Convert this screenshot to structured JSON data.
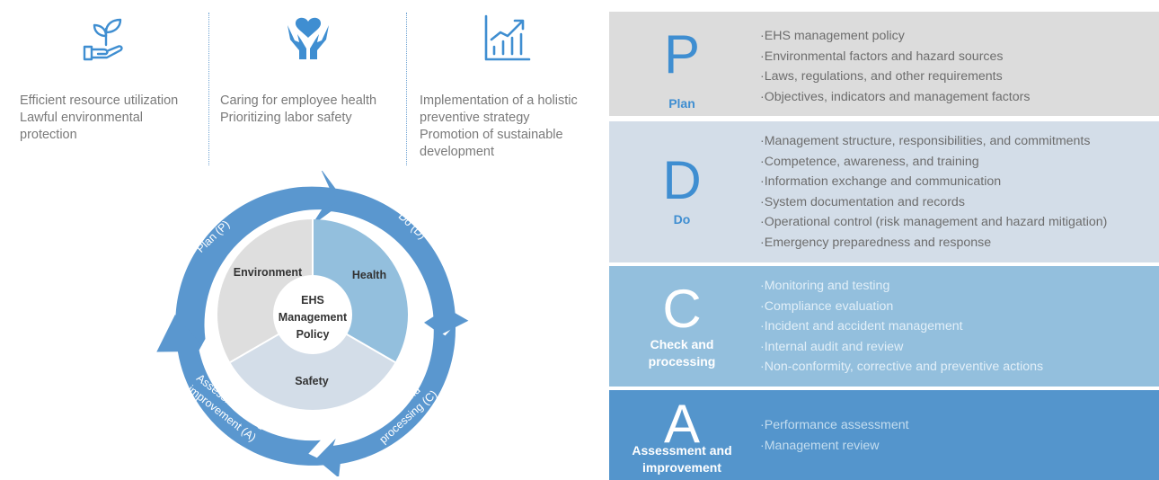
{
  "pillars": [
    {
      "icon": "hand-plant-icon",
      "lines": [
        "Efficient resource utilization",
        "Lawful environmental",
        "protection"
      ]
    },
    {
      "icon": "hands-heart-icon",
      "lines": [
        "Caring for employee health",
        "Prioritizing labor safety"
      ]
    },
    {
      "icon": "growth-chart-icon",
      "lines": [
        "Implementation of a holistic",
        "preventive strategy",
        "Promotion of sustainable",
        "development"
      ]
    }
  ],
  "cycle": {
    "center": [
      "EHS",
      "Management",
      "Policy"
    ],
    "segments": {
      "environment": "Environment",
      "health": "Health",
      "safety": "Safety"
    },
    "arrows": {
      "plan": "Plan (P)",
      "do": "Do (D)",
      "check": [
        "Check and",
        "processing (C)"
      ],
      "assess": [
        "Assessment and",
        "improvement (A)"
      ]
    }
  },
  "stages": [
    {
      "letter": "P",
      "name": [
        "Plan"
      ],
      "items": [
        "EHS management policy",
        "Environmental factors and hazard sources",
        "Laws, regulations, and other requirements",
        "Objectives, indicators and management factors"
      ]
    },
    {
      "letter": "D",
      "name": [
        "Do"
      ],
      "items": [
        "Management structure, responsibilities, and commitments",
        "Competence, awareness, and training",
        "Information exchange and communication",
        "System documentation and records",
        "Operational control (risk management and hazard mitigation)",
        "Emergency preparedness and response"
      ]
    },
    {
      "letter": "C",
      "name": [
        "Check and",
        "processing"
      ],
      "items": [
        "Monitoring and testing",
        "Compliance evaluation",
        "Incident and accident management",
        "Internal audit and review",
        "Non-conformity, corrective and preventive actions"
      ]
    },
    {
      "letter": "A",
      "name": [
        "Assessment and",
        "improvement"
      ],
      "items": [
        "Performance assessment",
        "Management review"
      ]
    }
  ],
  "colors": {
    "arrow_blue": "#5a97cf",
    "health": "#93bfdd",
    "environment": "#dedede",
    "safety": "#d3dde8",
    "accent": "#3f8ed1"
  }
}
